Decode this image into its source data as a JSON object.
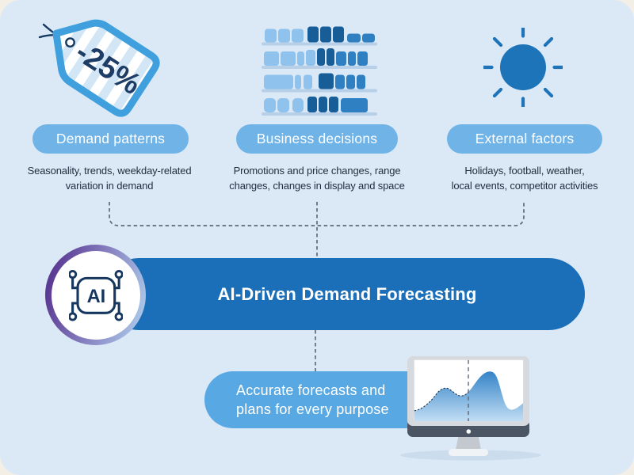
{
  "title": "AI-Driven Demand Forecasting",
  "columns": [
    {
      "icon": "price-tag-icon",
      "label": "Demand patterns",
      "description": "Seasonality, trends, weekday-related variation in demand",
      "lines": [
        "Seasonality, trends, weekday-related",
        "variation in demand"
      ]
    },
    {
      "icon": "shelf-icon",
      "label": "Business decisions",
      "description": "Promotions and price changes, range changes, changes in display and space",
      "lines": [
        "Promotions and price changes, range",
        "changes, changes in display and space"
      ]
    },
    {
      "icon": "sun-icon",
      "label": "External factors",
      "description": "Holidays, football, weather, local events, competitor activities",
      "lines": [
        "Holidays, football, weather,",
        "local events, competitor activities"
      ]
    }
  ],
  "center": {
    "title": "AI-Driven Demand Forecasting",
    "badge_label": "AI"
  },
  "tag": {
    "discount": "-25%"
  },
  "outcome": {
    "label": "Accurate forecasts and plans for every purpose",
    "lines": [
      "Accurate forecasts and",
      "plans for every purpose"
    ]
  },
  "palette": {
    "card_background": "#dbe9f7",
    "page_background": "#f4efe6",
    "pill_light_blue": "#6fb3e7",
    "outcome_blue": "#57a8e3",
    "main_blue": "#1b6fb9",
    "sun_blue": "#1e74b8",
    "tag_blue": "#3fa0dd",
    "tag_stripe": "#d3e6f6",
    "navy_ink": "#16375f",
    "text_navy": "#1e2c3c",
    "dash_gray": "#5f6b78",
    "shelf_bar": "#b7d0e8",
    "block_light": "#8fc2ec",
    "block_medium": "#2f80c3",
    "block_dark": "#175d98",
    "monitor_frame": "#d6dade",
    "monitor_bezel": "#4b5563",
    "chart_fill_top": "#3584c8",
    "chart_fill_bottom": "#c3def4",
    "badge_gradient_start": "#5c3b94",
    "badge_gradient_end": "#a9c6e8"
  }
}
